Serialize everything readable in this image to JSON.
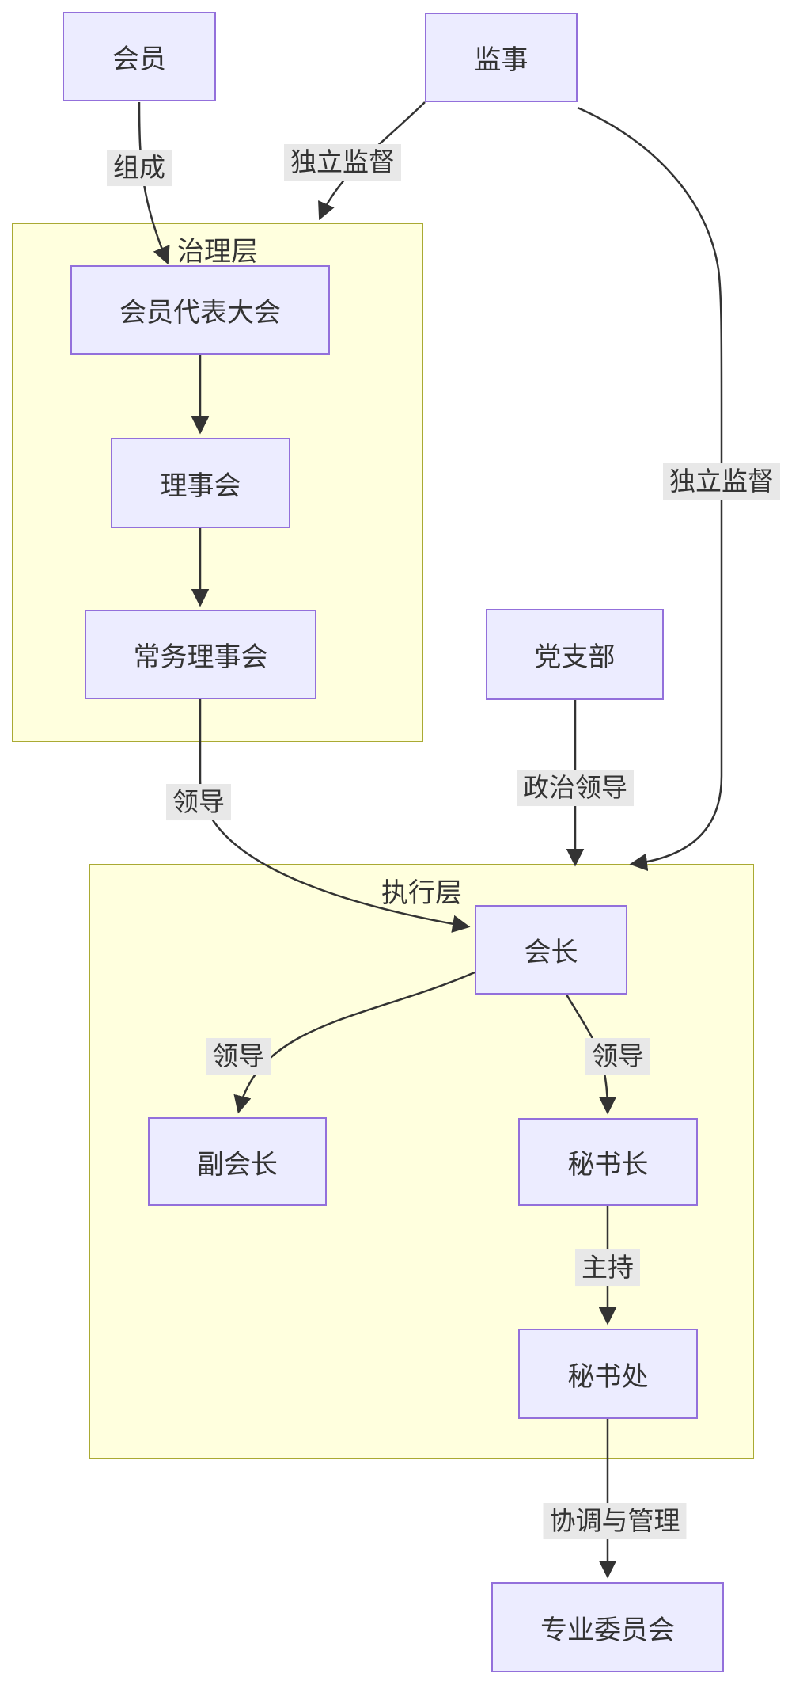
{
  "diagram": {
    "type": "flowchart",
    "nodes": {
      "member": "会员",
      "supervisor": "监事",
      "assembly": "会员代表大会",
      "council": "理事会",
      "standing_council": "常务理事会",
      "party_branch": "党支部",
      "president": "会长",
      "vice_president": "副会长",
      "secretary_general": "秘书长",
      "secretariat": "秘书处",
      "professional_committee": "专业委员会"
    },
    "subgraphs": {
      "governance": "治理层",
      "executive": "执行层"
    },
    "edge_labels": {
      "compose": "组成",
      "independent_supervision_left": "独立监督",
      "independent_supervision_right": "独立监督",
      "lead_governance": "领导",
      "political_leadership": "政治领导",
      "lead_vice": "领导",
      "lead_secretary": "领导",
      "preside": "主持",
      "coordinate_manage": "协调与管理"
    },
    "edges": [
      {
        "from": "会员",
        "to": "会员代表大会",
        "label": "组成"
      },
      {
        "from": "监事",
        "to": "治理层",
        "label": "独立监督"
      },
      {
        "from": "监事",
        "to": "执行层",
        "label": "独立监督"
      },
      {
        "from": "会员代表大会",
        "to": "理事会",
        "label": ""
      },
      {
        "from": "理事会",
        "to": "常务理事会",
        "label": ""
      },
      {
        "from": "常务理事会",
        "to": "会长",
        "label": "领导"
      },
      {
        "from": "党支部",
        "to": "执行层",
        "label": "政治领导"
      },
      {
        "from": "会长",
        "to": "副会长",
        "label": "领导"
      },
      {
        "from": "会长",
        "to": "秘书长",
        "label": "领导"
      },
      {
        "from": "秘书长",
        "to": "秘书处",
        "label": "主持"
      },
      {
        "from": "秘书处",
        "to": "专业委员会",
        "label": "协调与管理"
      }
    ],
    "colors": {
      "node_fill": "#ececff",
      "node_border": "#9370db",
      "subgraph_fill": "#ffffde",
      "subgraph_border": "#aaaa33",
      "edge": "#333333",
      "edge_label_bg": "#e8e8e8",
      "text": "#333333"
    }
  }
}
